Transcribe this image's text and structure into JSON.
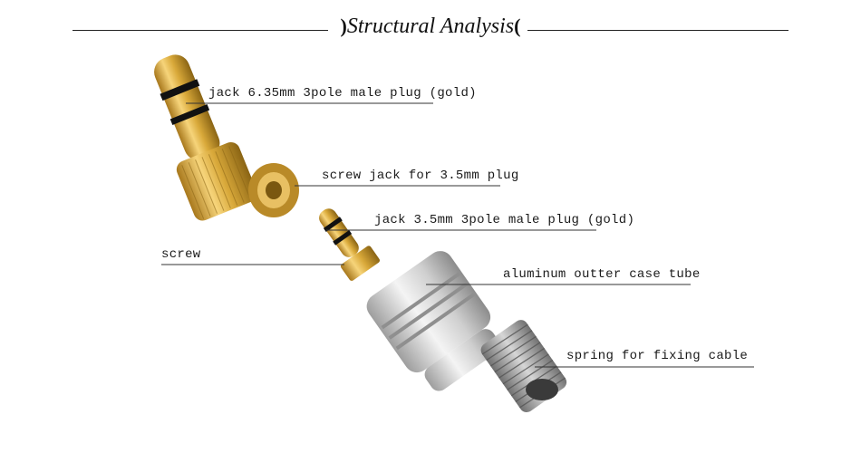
{
  "title": {
    "text": "Structural Analysis",
    "left_mark": ")",
    "right_mark": "("
  },
  "labels": {
    "plug_635": "jack 6.35mm 3pole male plug (gold)",
    "screw_jack": "screw jack for 3.5mm plug",
    "plug_35": "jack 3.5mm 3pole male plug (gold)",
    "screw": "screw",
    "aluminum_tube": "aluminum outter case tube",
    "spring": "spring for fixing cable"
  },
  "colors": {
    "gold": "#d9a93a",
    "gold_dark": "#a8781c",
    "silver": "#d4d4d4",
    "spring": "#9a9a9a"
  }
}
